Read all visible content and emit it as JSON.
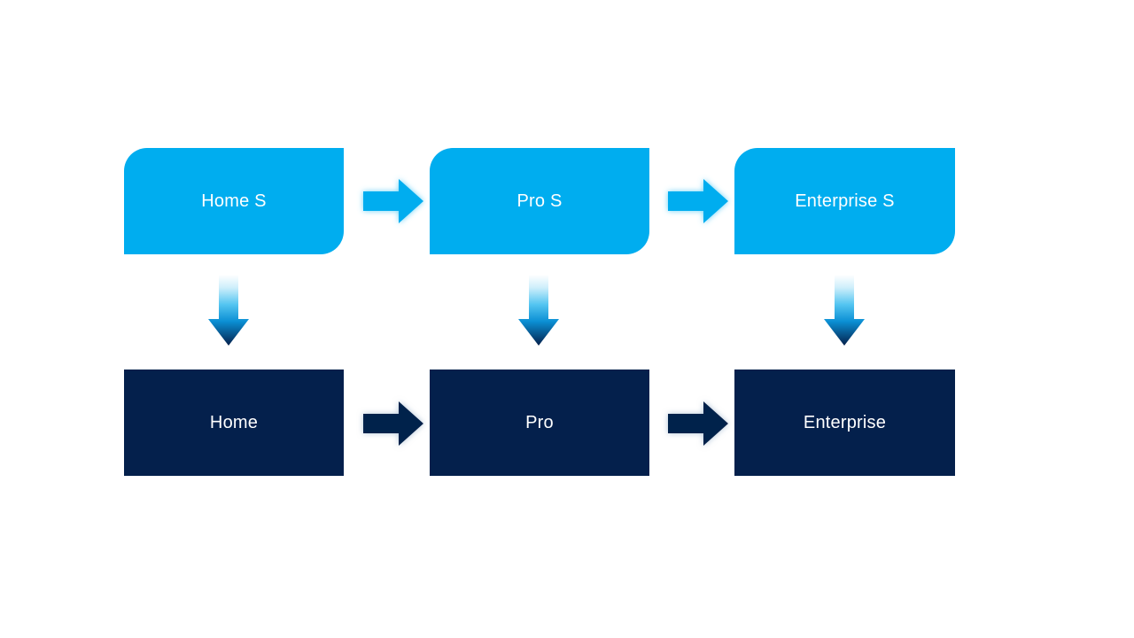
{
  "diagram": {
    "title": "Product tier progression diagram",
    "background_color": "#FFFFFF",
    "colors": {
      "tier_light": "#00ADEF",
      "tier_dark": "#04204C",
      "label_text": "#FFFFFF",
      "glow_light": "#7FD8F8",
      "glow_dark": "#BFD2E4",
      "gradient_top": "#FFFFFF",
      "gradient_mid": "#17B4EC",
      "gradient_bottom": "#04204C"
    },
    "rows": [
      {
        "name": "service-tier-row",
        "style": "light-blue-rounded-diagonal",
        "nodes": [
          {
            "id": "home-s",
            "label": "Home S"
          },
          {
            "id": "pro-s",
            "label": "Pro S"
          },
          {
            "id": "enterprise-s",
            "label": "Enterprise S"
          }
        ],
        "connectors": [
          {
            "id": "home-s-to-pro-s",
            "type": "arrow-right-icon",
            "color": "#00ADEF"
          },
          {
            "id": "pro-s-to-enterprise-s",
            "type": "arrow-right-icon",
            "color": "#00ADEF"
          }
        ]
      },
      {
        "name": "product-tier-row",
        "style": "dark-navy-rectangle",
        "nodes": [
          {
            "id": "home",
            "label": "Home"
          },
          {
            "id": "pro",
            "label": "Pro"
          },
          {
            "id": "enterprise",
            "label": "Enterprise"
          }
        ],
        "connectors": [
          {
            "id": "home-to-pro",
            "type": "arrow-right-icon",
            "color": "#04204C"
          },
          {
            "id": "pro-to-enterprise",
            "type": "arrow-right-icon",
            "color": "#04204C"
          }
        ]
      }
    ],
    "vertical_connectors": [
      {
        "id": "home-s-to-home",
        "type": "arrow-down-icon",
        "fill": "gradient-white-to-navy"
      },
      {
        "id": "pro-s-to-pro",
        "type": "arrow-down-icon",
        "fill": "gradient-white-to-navy"
      },
      {
        "id": "enterprise-s-to-enterprise",
        "type": "arrow-down-icon",
        "fill": "gradient-white-to-navy"
      }
    ]
  }
}
